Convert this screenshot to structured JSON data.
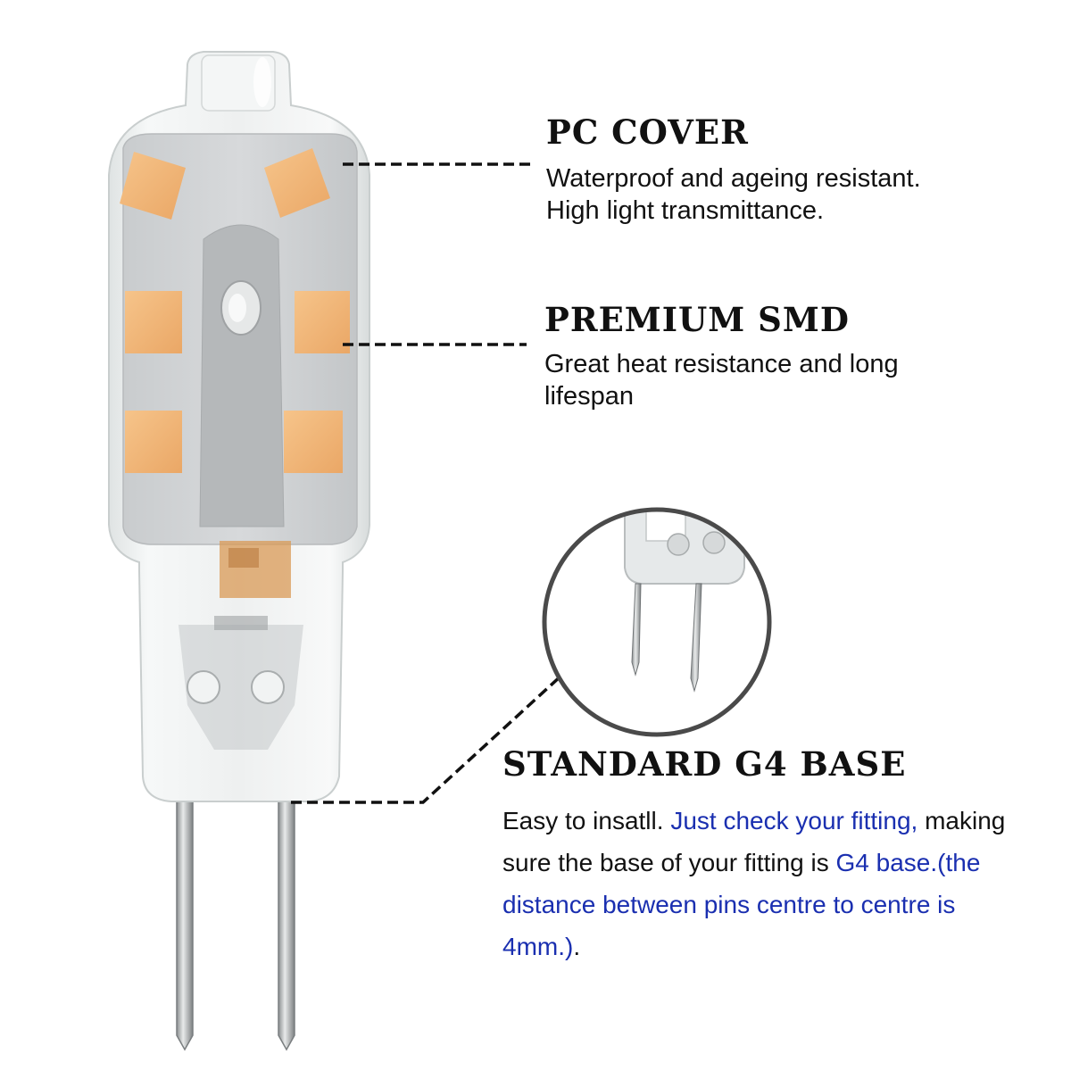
{
  "features": {
    "pc_cover": {
      "title": "PC COVER",
      "line1": "Waterproof and ageing resistant.",
      "line2": "High light transmittance."
    },
    "premium_smd": {
      "title": "PREMIUM SMD",
      "description": "Great heat resistance and long lifespan"
    },
    "standard_base": {
      "title": "STANDARD G4 BASE",
      "text_part1": "Easy to insatll. ",
      "text_part2": "Just check your fitting,",
      "text_part3": " making sure the base of your fitting is ",
      "text_part4": "G4 base.(the distance between pins centre to centre is 4mm.)",
      "text_part5": "."
    }
  },
  "colors": {
    "text": "#111111",
    "link_blue": "#1a2fb0",
    "led_amber": "#f2b878",
    "cover": "#e9ecec"
  },
  "icons": {
    "product": "g4-led-bulb-icon",
    "zoom": "g4-pins-zoom-icon"
  }
}
